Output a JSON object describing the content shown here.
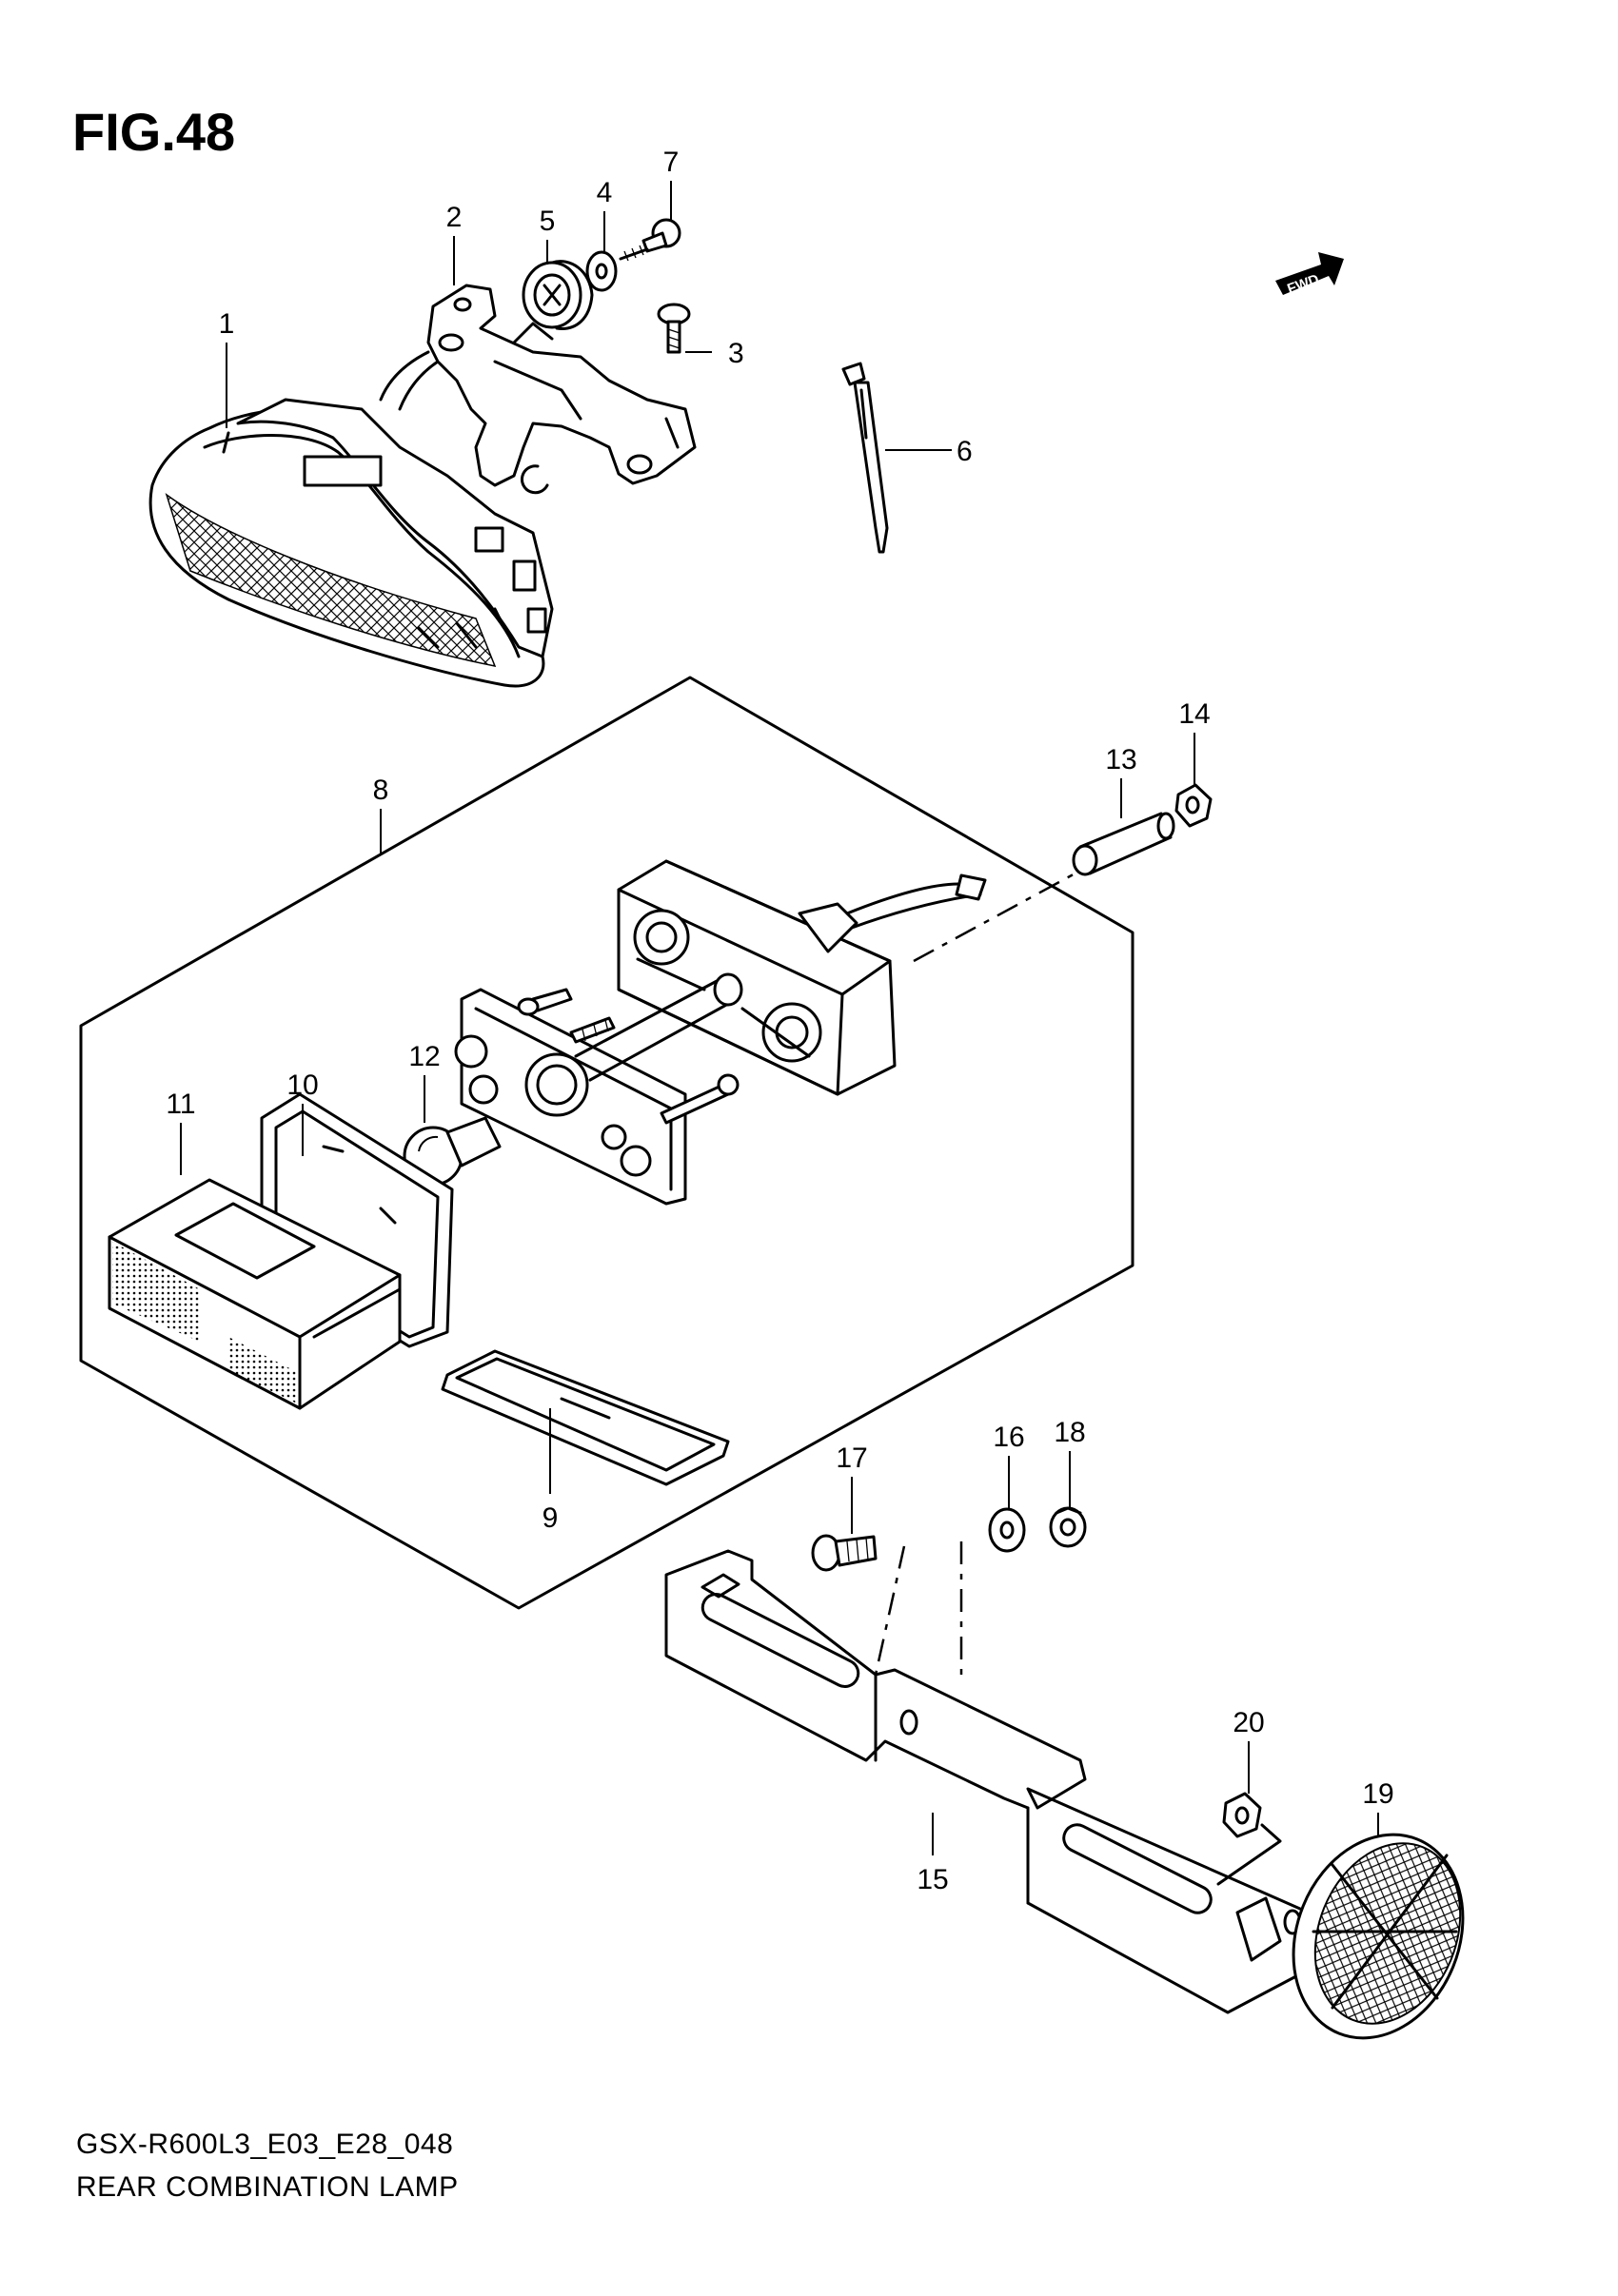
{
  "figure_title": "FIG.48",
  "fwd_badge": "FWD",
  "footer": {
    "code": "GSX-R600L3_E03_E28_048",
    "name": "REAR COMBINATION LAMP"
  },
  "callouts": [
    "1",
    "2",
    "3",
    "4",
    "5",
    "6",
    "7",
    "8",
    "9",
    "10",
    "11",
    "12",
    "13",
    "14",
    "15",
    "16",
    "17",
    "18",
    "19",
    "20"
  ]
}
